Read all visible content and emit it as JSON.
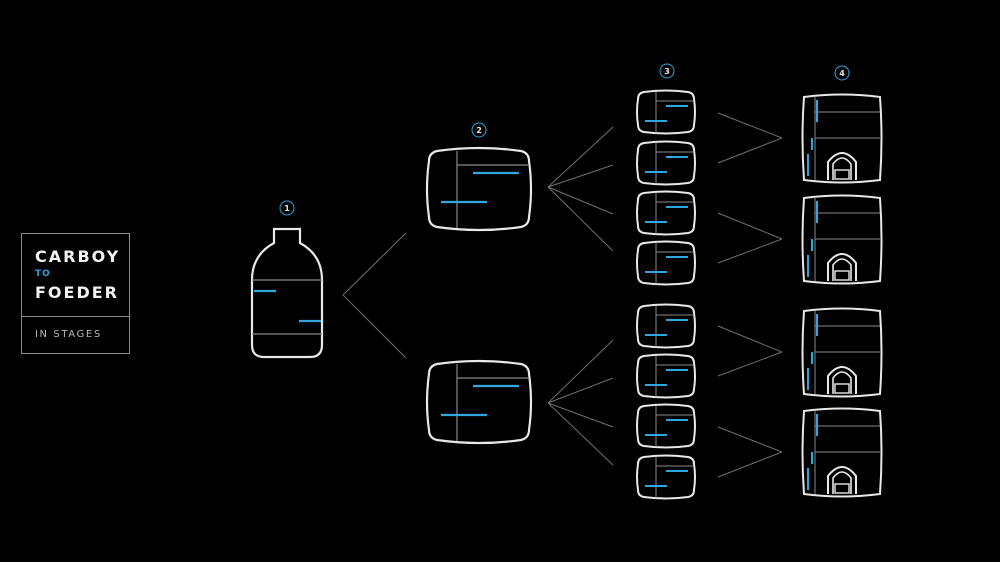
{
  "title": {
    "line1": "CARBOY",
    "line2": "TO",
    "line3": "FOEDER",
    "subtitle": "IN STAGES"
  },
  "stages": [
    {
      "number": "1",
      "vessel": "carboy",
      "count": 1
    },
    {
      "number": "2",
      "vessel": "large-barrel",
      "count": 2
    },
    {
      "number": "3",
      "vessel": "small-barrel",
      "count": 8
    },
    {
      "number": "4",
      "vessel": "foeder",
      "count": 4
    }
  ],
  "colors": {
    "background": "#000000",
    "outline": "#e8e8e8",
    "accent": "#2ea6e0",
    "connector": "#6e6e6e"
  }
}
